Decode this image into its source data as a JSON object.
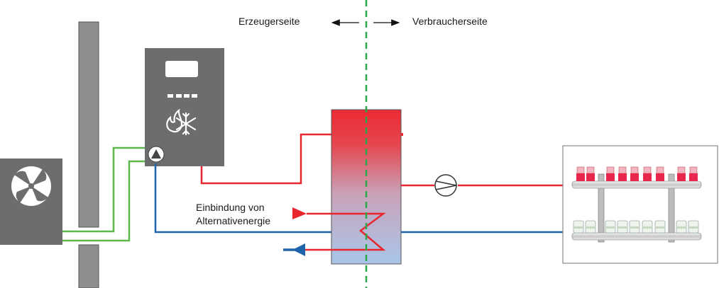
{
  "labels": {
    "producer_side": "Erzeugerseite",
    "consumer_side": "Verbraucherseite",
    "alt_energy_line1": "Einbindung von",
    "alt_energy_line2": "Alternativenergie"
  },
  "icons": {
    "outdoor_unit": "fan-icon",
    "boiler": "flame-snowflake-icon",
    "pump": "pump-icon"
  },
  "colors": {
    "hot": "#e8262e",
    "cold": "#1f63aa",
    "green_pipe": "#5cb849",
    "separator": "#2aa84a",
    "unit_grey": "#6b6d6e",
    "wall_grey": "#8e8e8e"
  }
}
